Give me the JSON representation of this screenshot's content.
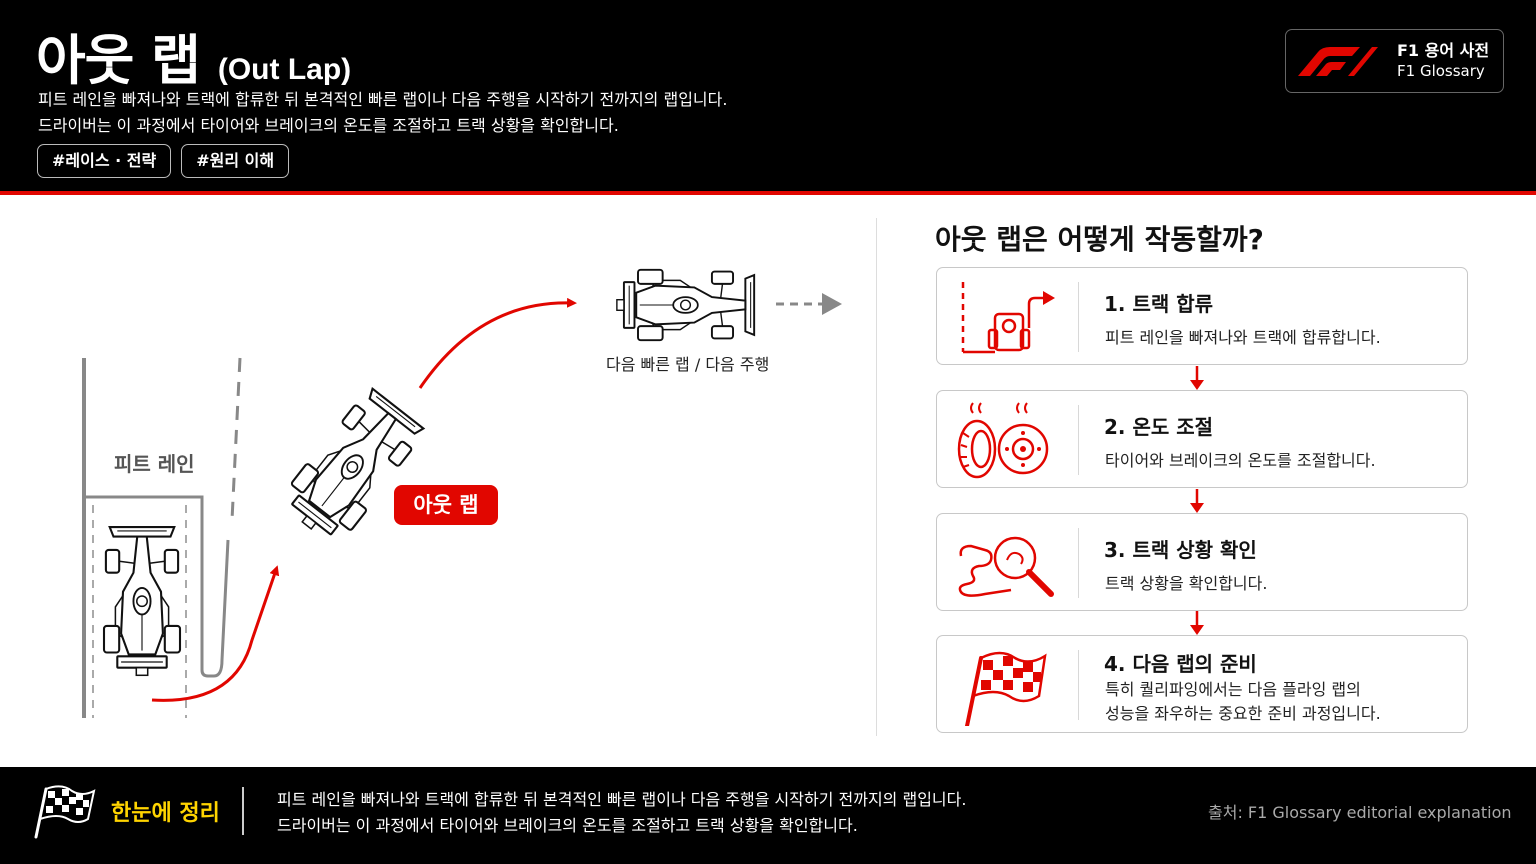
{
  "header": {
    "title": "아웃 랩",
    "title_en": "(Out Lap)",
    "description": [
      "피트 레인을 빠져나와 트랙에 합류한 뒤 본격적인 빠른 랩이나 다음 주행을 시작하기 전까지의 랩입니다.",
      "드라이버는 이 과정에서 타이어와 브레이크의 온도를 조절하고 트랙 상황을 확인합니다."
    ],
    "tags": [
      "#레이스 · 전략",
      "#원리 이해"
    ],
    "brand": {
      "title": "F1 용어 사전",
      "subtitle": "F1 Glossary",
      "logo_icon": "f1-logo"
    }
  },
  "diagram": {
    "pit_lane_label": "피트 레인",
    "out_lap_label": "아웃 랩",
    "next_label": "다음 빠른 랩 / 다음 주행"
  },
  "panel": {
    "title": "아웃 랩은 어떻게 작동할까?",
    "steps": [
      {
        "title": "1. 트랙 합류",
        "desc": [
          "피트 레인을 빠져나와 트랙에 합류합니다."
        ],
        "icon": "track-merge-icon"
      },
      {
        "title": "2. 온도 조절",
        "desc": [
          "타이어와 브레이크의 온도를 조절합니다."
        ],
        "icon": "tire-brake-heat-icon"
      },
      {
        "title": "3. 트랙 상황 확인",
        "desc": [
          "트랙 상황을 확인합니다."
        ],
        "icon": "track-magnifier-icon"
      },
      {
        "title": "4. 다음 랩의 준비",
        "desc": [
          "특히 퀄리파잉에서는 다음 플라잉 랩의",
          "성능을 좌우하는 중요한 준비 과정입니다."
        ],
        "icon": "checkered-flag-icon"
      }
    ]
  },
  "footer": {
    "label": "한눈에 정리",
    "text": [
      "피트 레인을 빠져나와 트랙에 합류한 뒤 본격적인 빠른 랩이나 다음 주행을 시작하기 전까지의 랩입니다.",
      "드라이버는 이 과정에서 타이어와 브레이크의 온도를 조절하고 트랙 상황을 확인합니다."
    ],
    "source": "출처: F1 Glossary editorial explanation"
  },
  "colors": {
    "accent": "#e10600",
    "highlight": "#ffd400",
    "header_bg": "#000000"
  }
}
